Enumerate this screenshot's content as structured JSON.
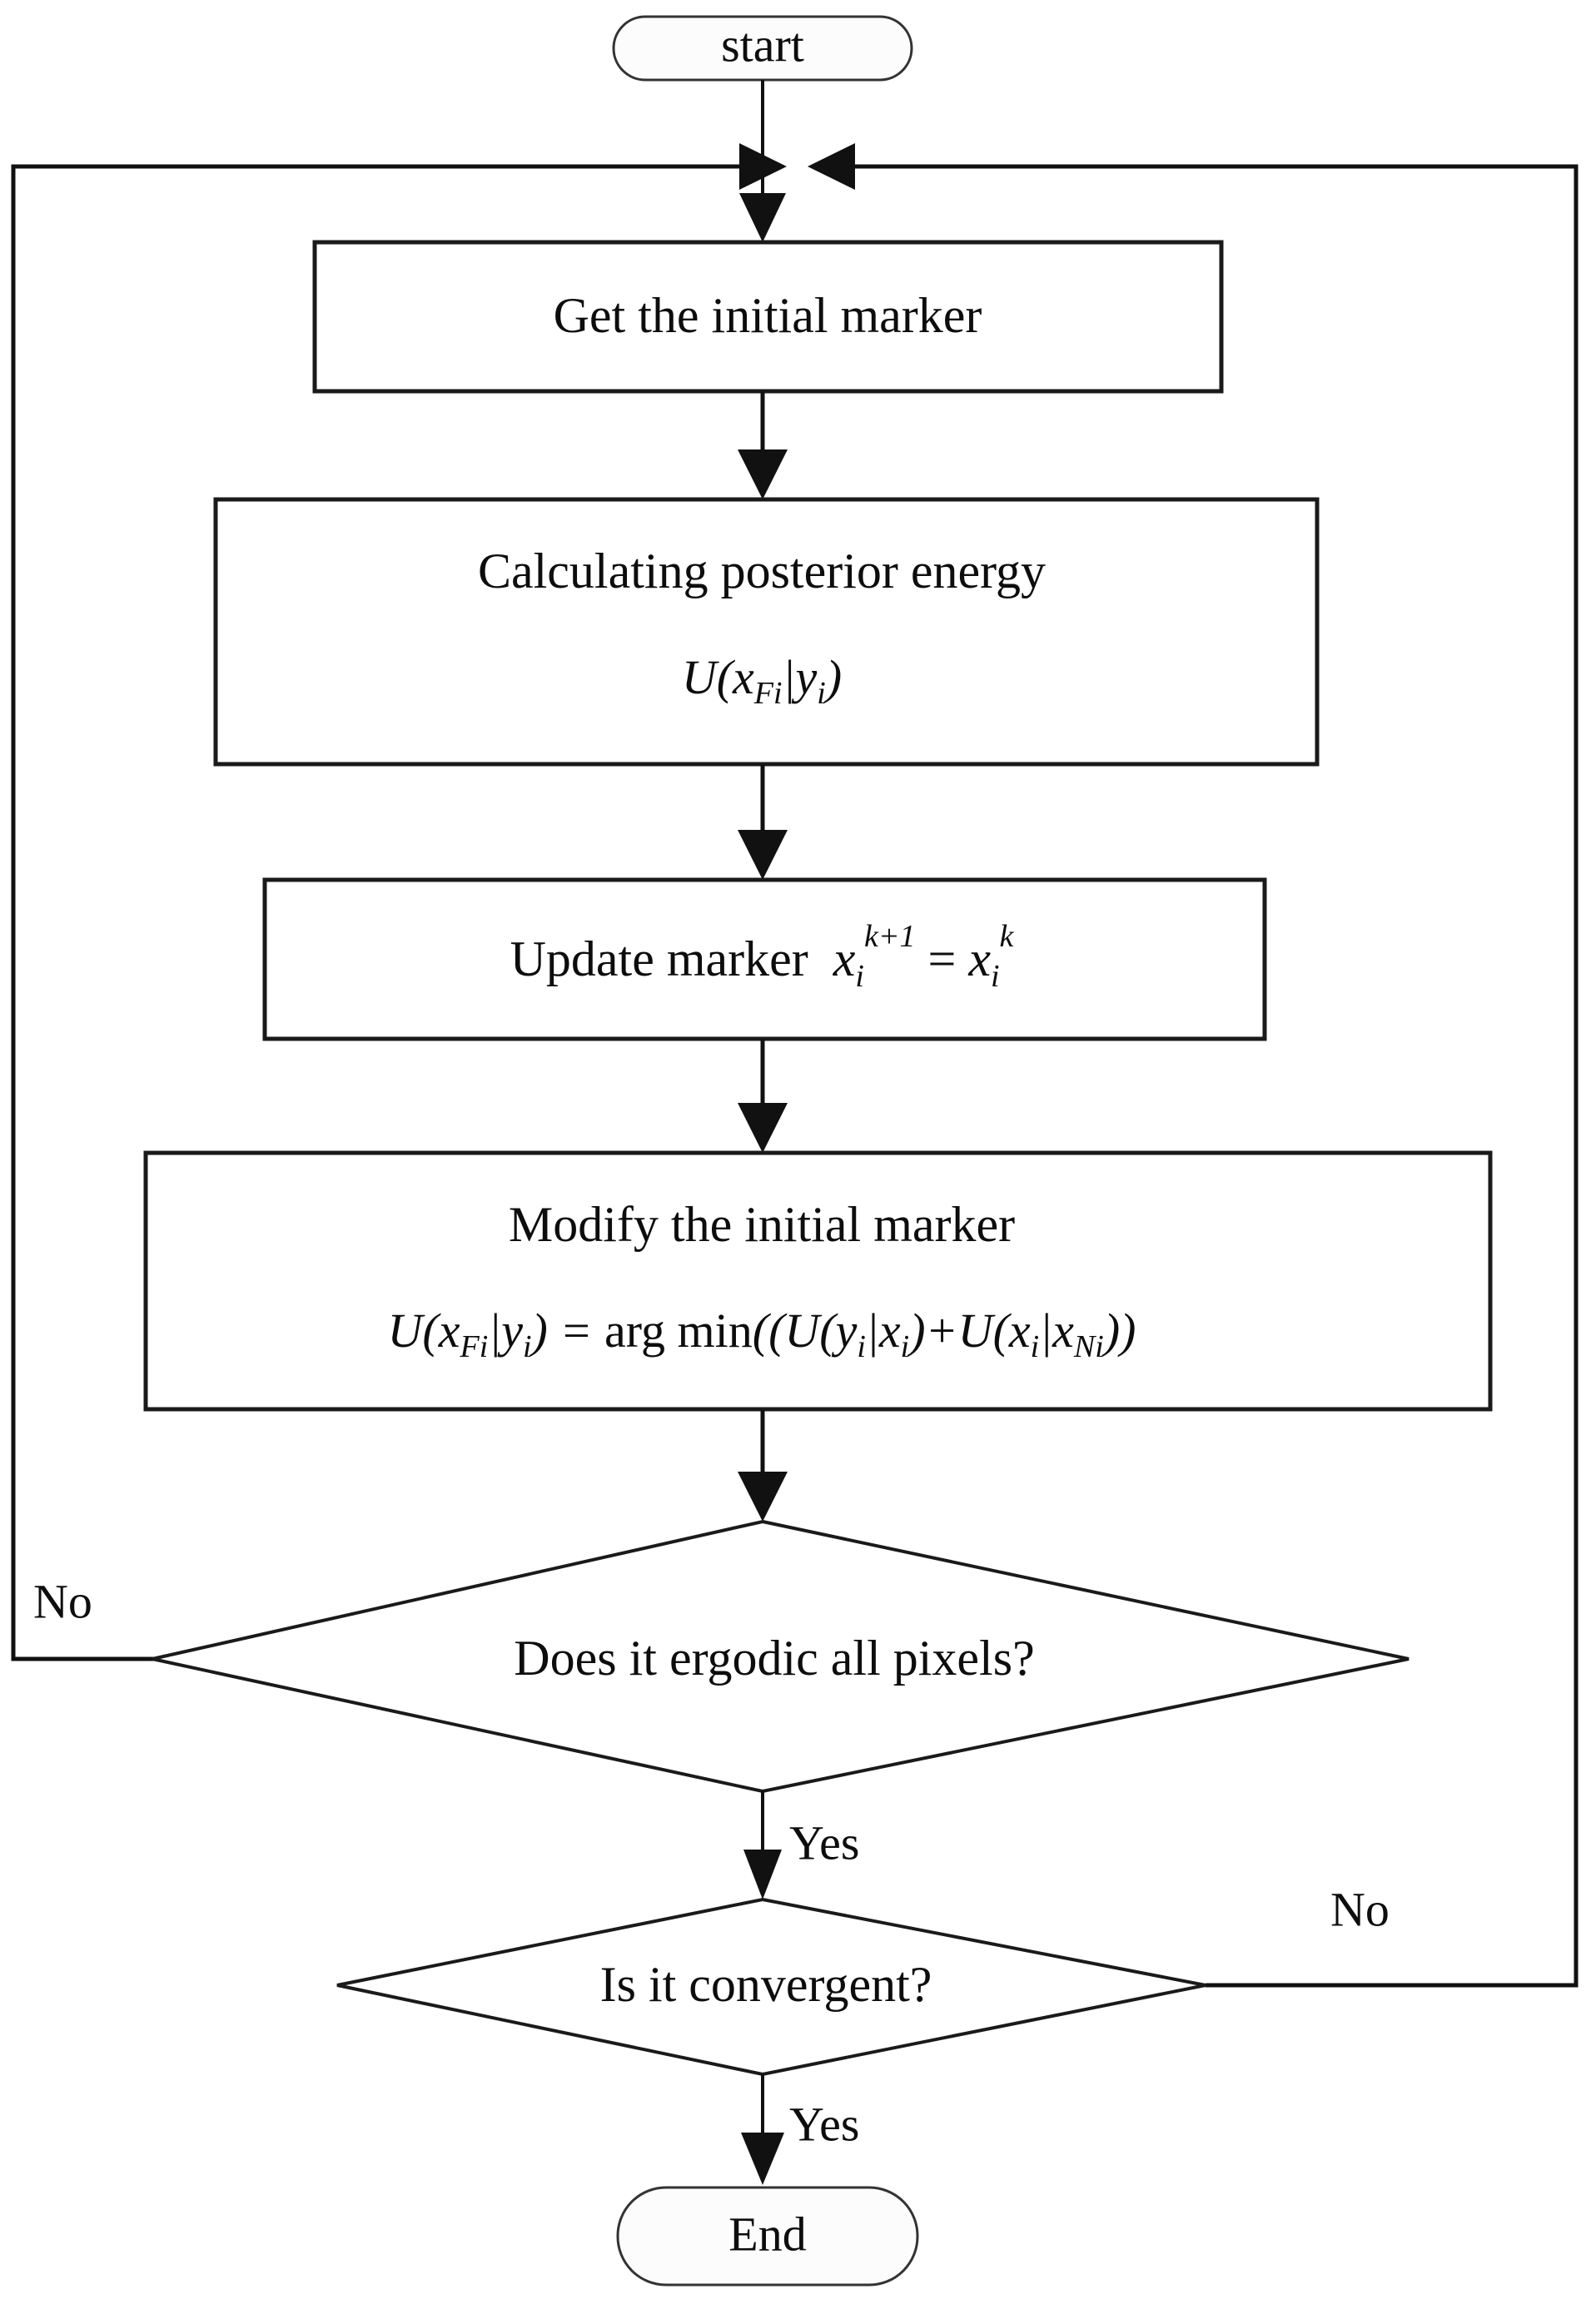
{
  "diagram": {
    "title": "ICM posterior energy marker refinement flowchart",
    "background_color": "#ffffff",
    "line_color": "#111111",
    "text_color": "#0d0d0d",
    "node_fill": "#ffffff"
  },
  "nodes": {
    "start": {
      "id": "start",
      "shape": "terminator",
      "label": "start"
    },
    "get_initial_marker": {
      "id": "get_initial_marker",
      "shape": "process",
      "label": "Get the initial marker"
    },
    "calculating_posterior_energy": {
      "id": "calculating_posterior_energy",
      "shape": "process",
      "label": "Calculating posterior energy",
      "formula": {
        "plain": "U(x_Fi | y_i)",
        "parts": {
          "u": "U",
          "open": "(",
          "x": "x",
          "x_sub": "Fi",
          "bar": "|",
          "y": "y",
          "y_sub": "i",
          "close": ")"
        }
      }
    },
    "update_marker": {
      "id": "update_marker",
      "shape": "process",
      "label": "Update marker",
      "formula": {
        "plain": "x_i^{k+1} = x_i^k",
        "parts": {
          "x1": "x",
          "x1_sub": "i",
          "x1_sup": "k+1",
          "eq": "=",
          "x2": "x",
          "x2_sub": "i",
          "x2_sup": "k"
        }
      }
    },
    "modify_initial_marker": {
      "id": "modify_initial_marker",
      "shape": "process",
      "label": "Modify the initial marker",
      "formula": {
        "plain": "U(x_Fi | y_i) = arg min((U(y_i | x_i)+U(x_i | x_Ni))",
        "parts": {
          "lhs_u": "U",
          "lhs_x": "x",
          "lhs_x_sub": "Fi",
          "lhs_y": "y",
          "lhs_y_sub": "i",
          "eq": "=",
          "argmin": "arg min",
          "t1_u": "U",
          "t1_y": "y",
          "t1_y_sub": "i",
          "t1_x": "x",
          "t1_x_sub": "i",
          "plus": "+",
          "t2_u": "U",
          "t2_x": "x",
          "t2_x_sub": "i",
          "t2_xn": "x",
          "t2_xn_sub": "Ni",
          "bar": "|"
        }
      }
    },
    "ergodic_decision": {
      "id": "ergodic_decision",
      "shape": "decision",
      "label": "Does it ergodic all pixels?"
    },
    "convergent_decision": {
      "id": "convergent_decision",
      "shape": "decision",
      "label": "Is it convergent?"
    },
    "end": {
      "id": "end",
      "shape": "terminator",
      "label": "End"
    }
  },
  "edge_labels": {
    "ergodic_no": "No",
    "ergodic_yes": "Yes",
    "convergent_no": "No",
    "convergent_yes": "Yes"
  },
  "edges": [
    {
      "from": "start",
      "to": "get_initial_marker",
      "label": ""
    },
    {
      "from": "get_initial_marker",
      "to": "calculating_posterior_energy",
      "label": ""
    },
    {
      "from": "calculating_posterior_energy",
      "to": "update_marker",
      "label": ""
    },
    {
      "from": "update_marker",
      "to": "modify_initial_marker",
      "label": ""
    },
    {
      "from": "modify_initial_marker",
      "to": "ergodic_decision",
      "label": ""
    },
    {
      "from": "ergodic_decision",
      "to": "get_initial_marker",
      "label": "No"
    },
    {
      "from": "ergodic_decision",
      "to": "convergent_decision",
      "label": "Yes"
    },
    {
      "from": "convergent_decision",
      "to": "get_initial_marker",
      "label": "No"
    },
    {
      "from": "convergent_decision",
      "to": "end",
      "label": "Yes"
    }
  ]
}
